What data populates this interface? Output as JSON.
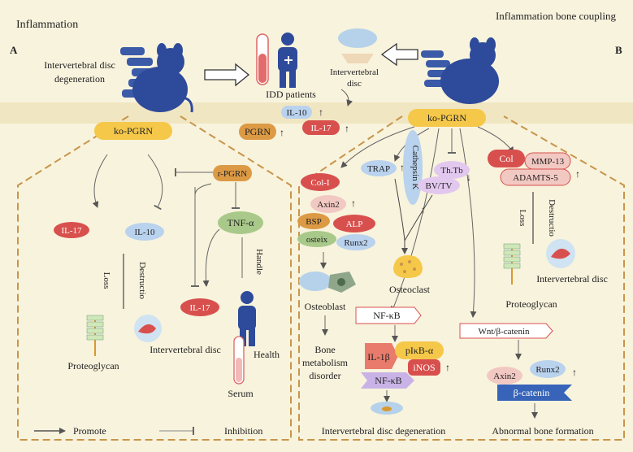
{
  "header": {
    "left_title": "Inflammation",
    "right_title": "Inflammation bone coupling"
  },
  "panel_a": {
    "letter": "A",
    "disease": [
      "Intervertebral disc",
      "degeneration"
    ],
    "ko": "ko-PGRN",
    "il17": "IL-17",
    "il10": "IL-10",
    "rpgrn": "r-PGRN",
    "tnf": "TNF-α",
    "handle": "Handle",
    "il17b": "IL-17",
    "loss": "Loss",
    "destruction": "Destructio",
    "proteoglycan": "Proteoglycan",
    "disc": "Intervertebral disc",
    "health": "Health",
    "serum": "Serum",
    "legend_promote": "Promote",
    "legend_inhibit": "Inhibition"
  },
  "center": {
    "patients": "IDD patients",
    "il10": "IL-10",
    "pgrn": "PGRN",
    "il17": "IL-17",
    "disc": [
      "Intervertebral",
      "disc"
    ]
  },
  "panel_b": {
    "letter": "B",
    "ko": "ko-PGRN",
    "col1": "Col-I",
    "axin2": "Axin2",
    "bsp": "BSP",
    "alp": "ALP",
    "osteix": "osteix",
    "runx2": "Runx2",
    "trap": "TRAP",
    "cathepsin": "Cathepsin K",
    "thtb": "Th.Tb",
    "bvtv": "BV/TV",
    "osteoclast": "Osteoclast",
    "col": "Col",
    "mmp13": "MMP-13",
    "adamts": "ADAMTS-5",
    "destruction": "Destructio",
    "loss": "Loss",
    "disc_b": "Intervertebral disc",
    "proteoglycan_b": "Proteoglycan",
    "osteoblast": "Osteoblast",
    "bone_metab": [
      "Bone",
      "metabolism",
      "disorder"
    ],
    "nfkb_top": "NF-κB",
    "il1b": "IL-1β",
    "pikba": "pIκB-α",
    "inos": "iNOS",
    "nfkb_bottom": "NF-κB",
    "idd_out": "Intervertebral disc degeneration",
    "wnt": "Wnt/β-catenin",
    "axin2_b": "Axin2",
    "runx2_b": "Runx2",
    "bcatenin": "β-catenin",
    "abnormal": "Abnormal bone formation"
  },
  "colors": {
    "background": "#f8f3dd",
    "band": "#f1e6c2",
    "dashed": "#c8954a",
    "mouse": "#2e4a9a",
    "red": "#d8504e",
    "blue_light": "#b9d2ee",
    "orange": "#dc9a45",
    "green": "#a9c98a",
    "pink": "#f2c8c2"
  }
}
